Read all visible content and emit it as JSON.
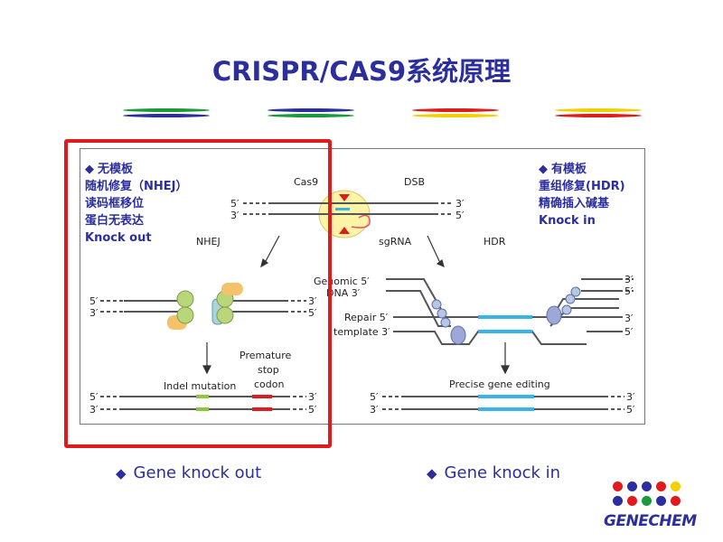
{
  "title": "CRISPR/CAS9系统原理",
  "decorative_lines": [
    {
      "colors": [
        "#1a9a3a",
        "#2b2e9c"
      ]
    },
    {
      "colors": [
        "#2b2e9c",
        "#1a9a3a"
      ]
    },
    {
      "colors": [
        "#e01b1b",
        "#f0d000"
      ]
    },
    {
      "colors": [
        "#f0d000",
        "#e01b1b"
      ]
    }
  ],
  "left_note": {
    "bullet": "◆",
    "heading": "无模板",
    "lines": [
      "随机修复（NHEJ）",
      "读码框移位",
      "蛋白无表达",
      "Knock out"
    ]
  },
  "right_note": {
    "bullet": "◆",
    "heading": "有模板",
    "lines": [
      "重组修复(HDR)",
      "精确插入碱基",
      "Knock in"
    ]
  },
  "diagram": {
    "cas9": "Cas9",
    "dsb": "DSB",
    "sgrna": "sgRNA",
    "nhej": "NHEJ",
    "hdr": "HDR",
    "prime5": "5′",
    "prime3": "3′",
    "genomic_5": "Genomic 5′",
    "dna_3": "DNA 3′",
    "repair_5": "Repair 5′",
    "template_3": "template 3′",
    "indel": "Indel mutation",
    "premature": "Premature",
    "stop": "stop",
    "codon": "codon",
    "precise": "Precise gene editing"
  },
  "bottom": {
    "diamond": "◆",
    "knock_out": "Gene knock out",
    "knock_in": "Gene knock in"
  },
  "logo": {
    "text": "GENECHEM",
    "dots": [
      "#e01b1b",
      "#2b2e9c",
      "#2b2e9c",
      "#e01b1b",
      "#f0d000",
      "#2b2e9c",
      "#e01b1b",
      "#1a9a3a",
      "#2b2e9c",
      "#e01b1b"
    ]
  },
  "colors": {
    "accent_blue": "#2b2e9c",
    "frame_red": "#e01b1b",
    "indel_green": "#8dc63f",
    "stop_red": "#e01b1b",
    "insert_blue": "#39b4e6",
    "cas9_yellow": "#fff3a6"
  }
}
